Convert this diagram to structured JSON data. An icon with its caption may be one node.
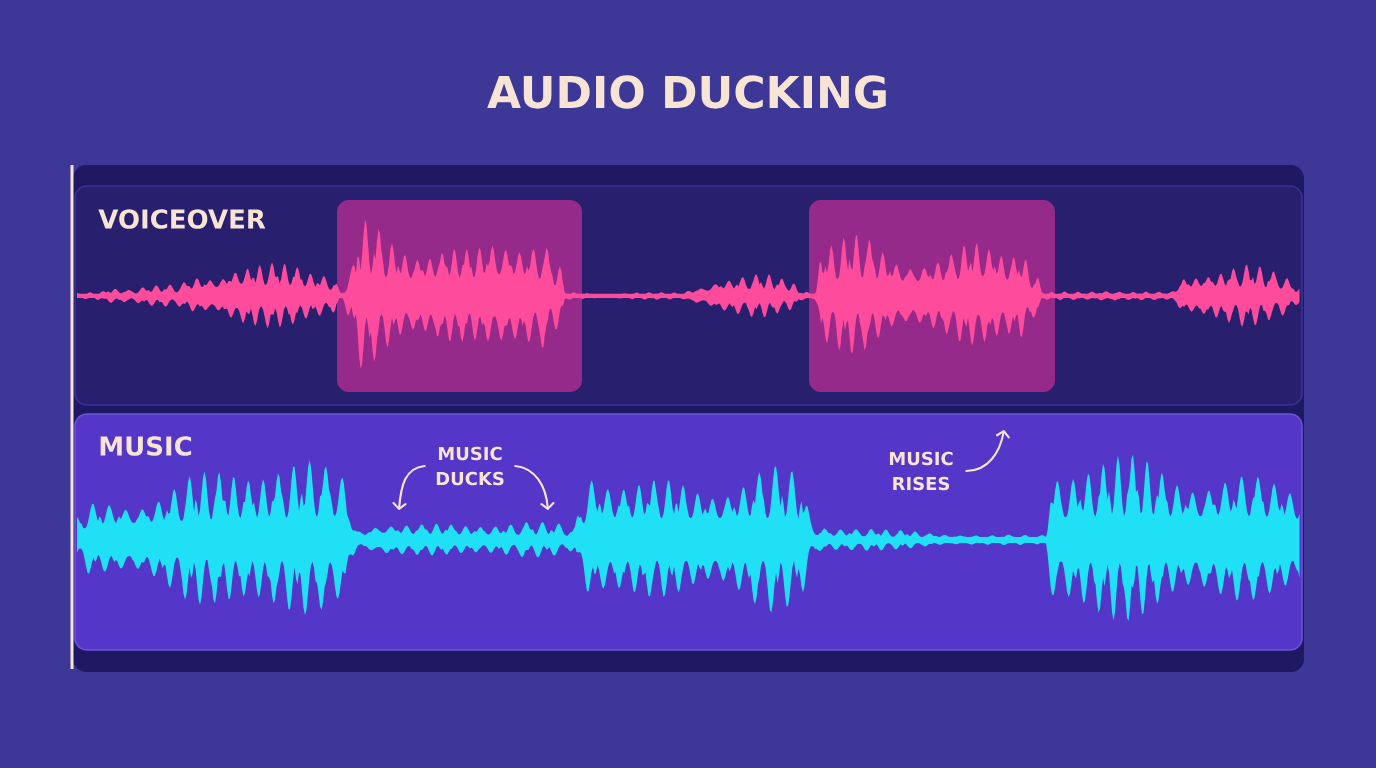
{
  "diagram": {
    "title": "AUDIO DUCKING",
    "nodes": [
      {
        "text": [
          "VOICEOVER"
        ]
      },
      {
        "text": [],
        "shape": "box",
        "in": 0
      },
      {
        "text": [],
        "shape": "box",
        "in": 0
      },
      {
        "text": [],
        "shape": "waveform",
        "in": 0
      },
      {
        "text": [
          "MUSIC"
        ]
      },
      {
        "text": [],
        "shape": "waveform",
        "in": 4
      },
      {
        "text": [
          "MUSIC DUCKS"
        ],
        "in": 4
      },
      {
        "text": [
          "MUSIC RISES"
        ],
        "in": 4
      }
    ],
    "edges": [
      {
        "from": 6,
        "to": 5,
        "arrow": "to"
      },
      {
        "from": 6,
        "to": 5,
        "arrow": "to"
      },
      {
        "from": 7,
        "to": null,
        "arrow": "to"
      }
    ]
  }
}
